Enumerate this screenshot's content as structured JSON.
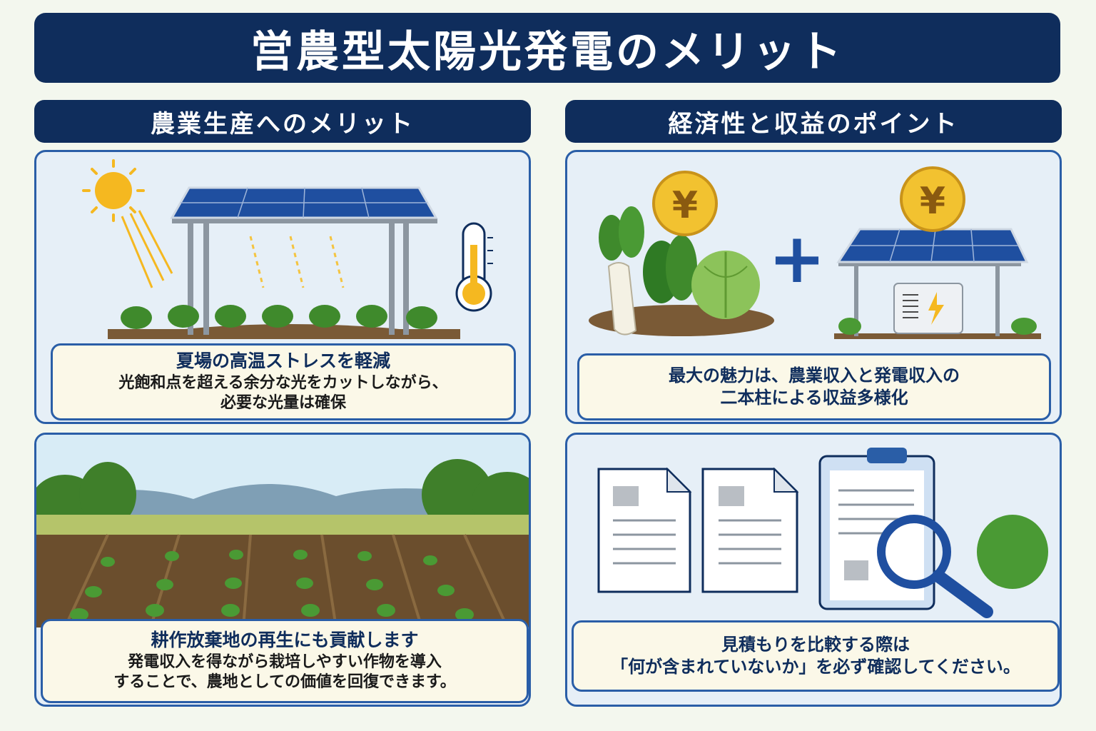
{
  "title": "営農型太陽光発電のメリット",
  "left_section": {
    "heading": "農業生産へのメリット",
    "card1": {
      "title": "夏場の高温ストレスを軽減",
      "line1": "光飽和点を超える余分な光をカットしながら、",
      "line2": "必要な光量は確保"
    },
    "card2": {
      "title": "耕作放棄地の再生にも貢献します",
      "line1": "発電収入を得ながら栽培しやすい作物を導入",
      "line2": "することで、農地としての価値を回復できます。"
    }
  },
  "right_section": {
    "heading": "経済性と収益のポイント",
    "card1": {
      "line1": "最大の魅力は、農業収入と発電収入の",
      "line2": "二本柱による収益多様化"
    },
    "card2": {
      "line1": "見積もりを比較する際は",
      "line2": "「何が含まれていないか」を必ず確認してください。"
    }
  },
  "icons": {
    "yen_symbol": "¥",
    "plus_symbol": "+"
  },
  "colors": {
    "navy": "#0f2d5c",
    "panel_border": "#2a5ea7",
    "caption_bg": "#fbf8e8",
    "panel_bg": "#e6eff7",
    "solar_blue": "#1f4fa0",
    "plant_green": "#3f8a2c",
    "coin_gold": "#f2c230"
  }
}
